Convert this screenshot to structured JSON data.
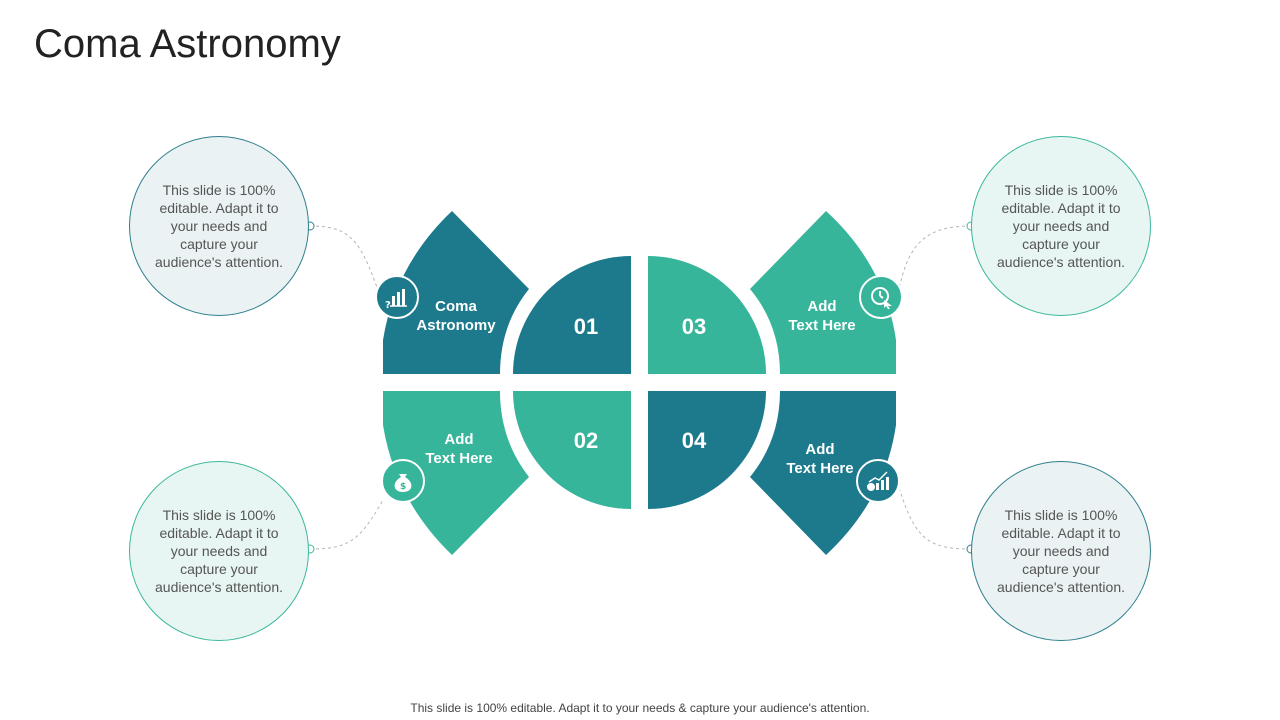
{
  "title": "Coma Astronomy",
  "footer": "This slide is 100% editable. Adapt it to your needs & capture your audience's attention.",
  "colors": {
    "teal_dark": "#1c7a8c",
    "teal_light": "#36b59a"
  },
  "segments": [
    {
      "number": "01",
      "label": "Coma\nAstronomy",
      "icon": "chart-question-icon",
      "description": "This slide is 100% editable. Adapt it to your needs and capture your audience's attention."
    },
    {
      "number": "02",
      "label": "Add\nText Here",
      "icon": "money-bag-icon",
      "description": "This slide is 100% editable. Adapt it to your needs and capture your audience's attention."
    },
    {
      "number": "03",
      "label": "Add\nText Here",
      "icon": "clock-cursor-icon",
      "description": "This slide is 100% editable. Adapt it to your needs and capture your audience's attention."
    },
    {
      "number": "04",
      "label": "Add\nText Here",
      "icon": "growth-chart-icon",
      "description": "This slide is 100% editable. Adapt it to your needs and capture your audience's attention."
    }
  ]
}
